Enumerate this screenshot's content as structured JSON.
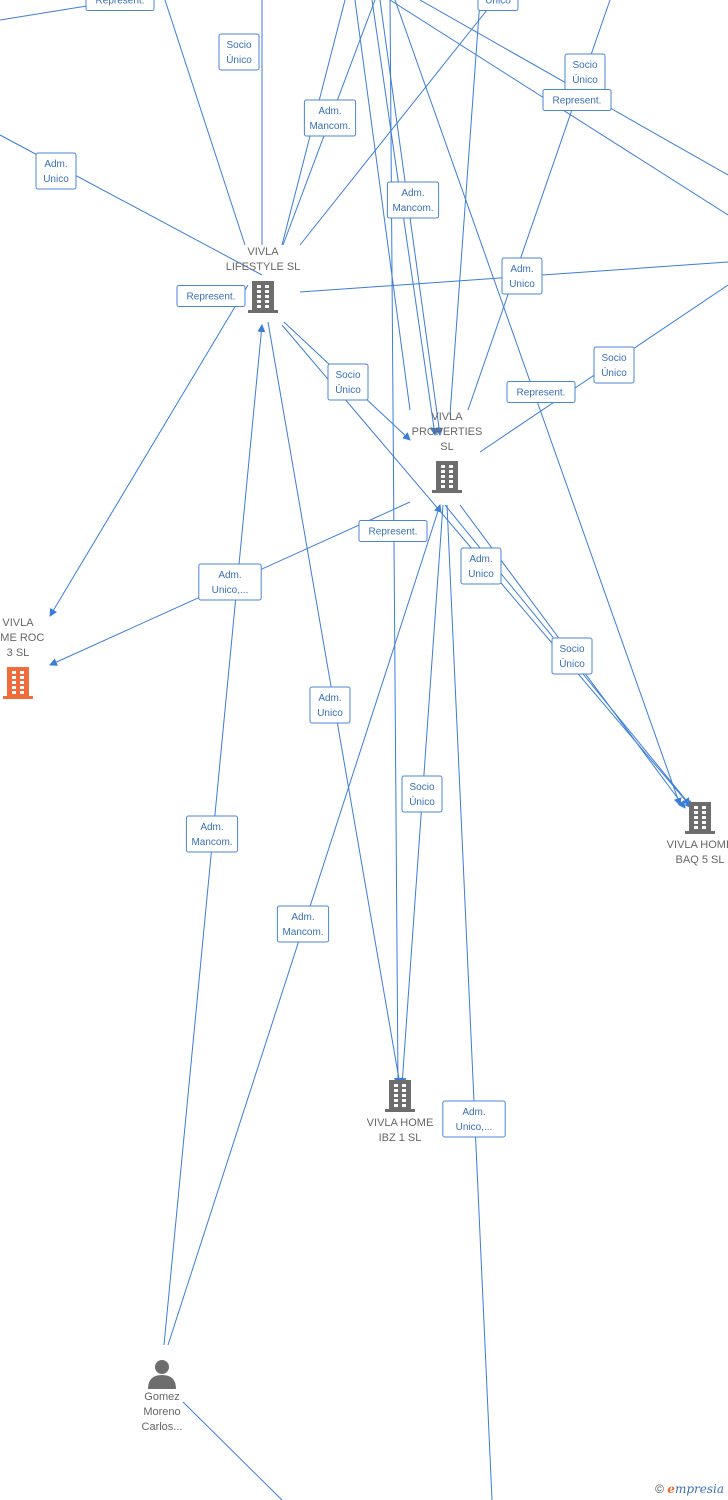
{
  "colors": {
    "edge": "#3b7dd8",
    "label_border": "#4a86d4",
    "label_text": "#3a6fb8",
    "node_gray": "#6d6d6d",
    "node_highlight": "#f26b3a"
  },
  "nodes": [
    {
      "id": "lifestyle",
      "kind": "company",
      "highlight": false,
      "lines": [
        "VIVLA",
        "LIFESTYLE  SL"
      ]
    },
    {
      "id": "properties",
      "kind": "company",
      "highlight": false,
      "lines": [
        "VIVLA",
        "PROPERTIES",
        "SL"
      ]
    },
    {
      "id": "roc3",
      "kind": "company",
      "highlight": true,
      "lines": [
        "VIVLA",
        "OME ROC",
        "3  SL"
      ]
    },
    {
      "id": "baq5",
      "kind": "company",
      "highlight": false,
      "lines": [
        "VIVLA HOME",
        "BAQ 5  SL"
      ]
    },
    {
      "id": "ibz1",
      "kind": "company",
      "highlight": false,
      "lines": [
        "VIVLA HOME",
        "IBZ 1  SL"
      ]
    },
    {
      "id": "gomez",
      "kind": "person",
      "highlight": false,
      "lines": [
        "Gomez",
        "Moreno",
        "Carlos..."
      ]
    }
  ],
  "edge_labels": [
    {
      "lines": [
        "Represent."
      ]
    },
    {
      "lines": [
        "Único"
      ]
    },
    {
      "lines": [
        "Socio",
        "Único"
      ]
    },
    {
      "lines": [
        "Socio",
        "Único"
      ]
    },
    {
      "lines": [
        "Represent."
      ]
    },
    {
      "lines": [
        "Adm.",
        "Mancom."
      ]
    },
    {
      "lines": [
        "Adm.",
        "Unico"
      ]
    },
    {
      "lines": [
        "Adm.",
        "Mancom."
      ]
    },
    {
      "lines": [
        "Adm.",
        "Unico"
      ]
    },
    {
      "lines": [
        "Represent."
      ]
    },
    {
      "lines": [
        "Socio",
        "Único"
      ]
    },
    {
      "lines": [
        "Socio",
        "Único"
      ]
    },
    {
      "lines": [
        "Represent."
      ]
    },
    {
      "lines": [
        "Represent."
      ]
    },
    {
      "lines": [
        "Adm.",
        "Unico,..."
      ]
    },
    {
      "lines": [
        "Adm.",
        "Unico"
      ]
    },
    {
      "lines": [
        "Socio",
        "Único"
      ]
    },
    {
      "lines": [
        "Adm.",
        "Unico"
      ]
    },
    {
      "lines": [
        "Socio",
        "Único"
      ]
    },
    {
      "lines": [
        "Adm.",
        "Mancom."
      ]
    },
    {
      "lines": [
        "Adm.",
        "Mancom."
      ]
    },
    {
      "lines": [
        "Adm.",
        "Unico,..."
      ]
    }
  ],
  "footer": {
    "copyright": "©",
    "brand_initial": "e",
    "brand_rest": "mpresia"
  }
}
